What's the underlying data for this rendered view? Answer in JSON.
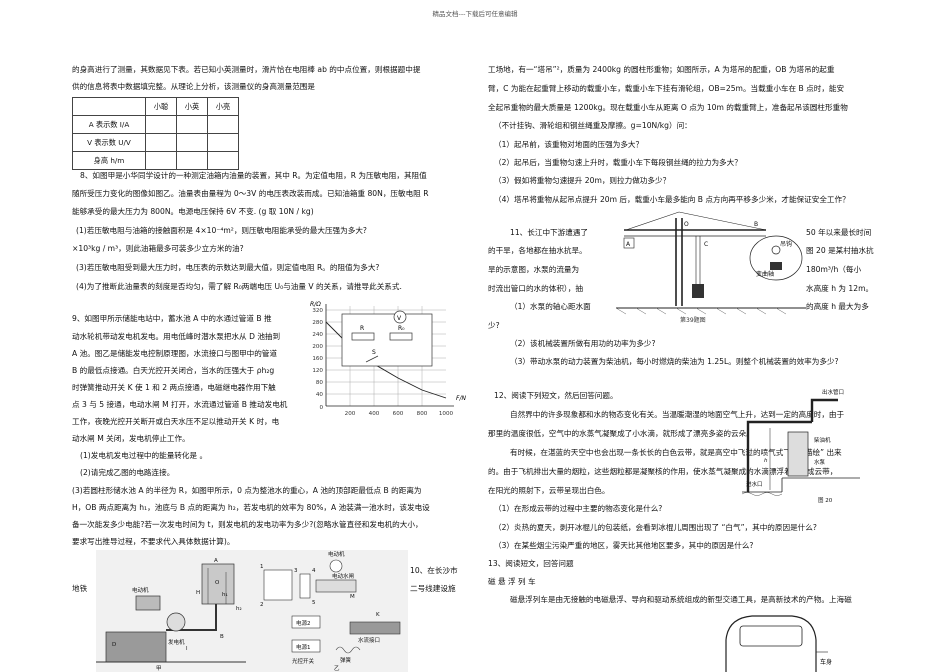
{
  "header": {
    "text": "精品文档---下载后可任意编辑"
  },
  "left": {
    "l1": "的身高进行了测量，其数据见下表。若已知小英测量时，滑片恰在电阻棒 ab 的中点位置，则根据题中提",
    "l2": "供的信息将表中数据填完整。从理论上分析，该测量仪的身高测量范围是",
    "table": {
      "columns": [
        "",
        "小聪",
        "小英",
        "小亮"
      ],
      "rows": [
        "A 表示数 I/A",
        "V 表示数 U/V",
        "身高 h/m"
      ]
    },
    "q8": [
      "8、如图甲是小华同学设计的一种测定油箱内油量的装置，其中 R。为定值电阻，R 为压敏电阻，其阻值",
      "随所受压力变化的图像如图乙。油量表由量程为 0～3V 的电压表改装而成。已知油箱重 80N，压敏电阻 R",
      "能够承受的最大压力为 800N。电源电压保持 6V 不变. (g 取 10N / kg)",
      "(1)若压敏电阻与油箱的接触面积是 4×10⁻⁴m²，则压敏电阻能承受的最大压强为多大?",
      "×10³kg / m³，则此油箱最多可装多少立方米的油?",
      "(3)若压敏电阻受到最大压力时，电压表的示数达到最大值，则定值电阻 R。的阻值为多大?",
      "(4)为了推断此油量表的刻度是否均匀，需了解 R₀两端电压 U₀与油量 V 的关系，请推导此关系式."
    ],
    "q9": [
      "9、如图甲所示储能电站中，蓄水池 A 中的水通过管道 B 推",
      "动水轮机带动发电机发电。用电低峰时潜水泵把水从 D 池抽到",
      "A 池。图乙是储能发电控制原理图，水流接口与图甲中的管道",
      "B 的最低点接通。白天光控开关闭合，当水的压强大于 ρh₂g",
      "时弹簧推动开关 K 使 1 和 2 两点接通，电磁继电器作用下触",
      "点 3 与 5 接通，电动水闸 M 打开，水流通过管道 B 推动发电机",
      "工作，夜晚光控开关断开或白天水压不足以推动开关 K 时，电",
      "动水闸 M 关闭，发电机停止工作。",
      "(1)发电机发电过程中的能量转化是 。",
      "(2)请完成乙图的电路连接。",
      "(3)若圆柱形储水池 A 的半径为 R，如图甲所示，0 点为整池水的重心，A 池的顶部距最低点 B 的距离为",
      "H，OB 两点距离为 h₁，池底与 B 点的距离为 h₂，若发电机的效率为 80%，A 池装满一池水时，该发电设",
      "备一次能发多少电能?若一次发电时间为 t，则发电机的发电功率为多少?(忽略水管直径和发电机的大小，",
      "要求写出推导过程，不要求代入具体数据计算)。"
    ],
    "q10a": "10、在长沙市",
    "q10b": "地铁",
    "q10c": "二号线建设施",
    "graph": {
      "y_ticks": [
        "320",
        "280",
        "240",
        "200",
        "160",
        "120",
        "80",
        "40",
        "0"
      ],
      "x_ticks": [
        "200",
        "400",
        "600",
        "800",
        "1000"
      ],
      "x_label": "F/N",
      "y_label": "R/Ω",
      "labels": [
        "V",
        "R",
        "R₀",
        "S"
      ]
    },
    "fig9": {
      "labels": [
        "A",
        "O",
        "H",
        "h₁",
        "h₂",
        "B",
        "D",
        "l",
        "发电机",
        "电动机",
        "甲",
        "电动机",
        "电动水闸",
        "电源2",
        "电源1",
        "光控开关",
        "水流接口",
        "弹簧",
        "乙",
        "K",
        "M",
        "1",
        "2",
        "3",
        "4",
        "5"
      ]
    }
  },
  "right": {
    "r_lines": [
      "工场地，有一“塔吊”²，质量为 2400kg 的圆柱形重物；如图所示，A 为塔吊的配重，OB 为塔吊的起重",
      "臂，C 为能在起重臂上移动的载重小车，载重小车下挂有滑轮组，OB=25m。当载重小车在 B 点时，能安",
      "全起吊重物的最大质量是 1200kg。现在载重小车从距离 O 点为 10m 的载重臂上，准备起吊该圆柱形重物",
      "（不计挂钩、滑轮组和钢丝绳重及摩擦。g=10N/kg）问：",
      "（1）起吊前，该重物对地面的压强为多大？",
      "（2）起吊后，当重物匀速上升时，载重小车下每段钢丝绳的拉力为多大？",
      "（3）假如将重物匀速提升 20m，则拉力做功多少？",
      "（4）塔吊将重物从起吊点提升 20m 后，载重小车最多能向 B 点方向再平移多少米，才能保证安全工作？"
    ],
    "q11": [
      "11、长江中下游遭遇了",
      "的干旱，各地都在抽水抗旱。",
      "旱的示意图，水泵的流量为",
      "时流出管口的水的体积），抽",
      "（1）水泵的轴心距水面",
      "少?",
      "（2）该机械装置所做有用功的功率为多少?",
      "（3）带动水泵的动力装置为柴油机，每小时燃烧的柴油为 1.25L。则整个机械装置的效率为多少?"
    ],
    "q11r": [
      "50 年以来最长时间",
      "图 20 是某村抽水抗",
      "180m³/h（每小",
      "水高度 h 为 12m。",
      "的高度 h 最大为多"
    ],
    "crane_caption": "第39题图",
    "crane_labels": [
      "A",
      "O",
      "B",
      "C",
      "吊钩",
      "变曲轴"
    ],
    "q12": [
      "12、阅读下列短文，然后回答问题。",
      "自然界中的许多现象都和水的物态变化有关。当温暖潮湿的地面空气上升，达到一定的高度时，由于",
      "那里的温度很低，空气中的水蒸气凝聚成了小水滴，就形成了漂亮多姿的云朵。",
      "有时候，在湛蓝的天空中也会出现一条长长的白色云带，就是高空中飞过的喷气式飞机 “描绘” 出来",
      "的。由于飞机排出大量的烟粒，这些烟粒都是凝聚核的作用，使水蒸气凝聚成的水滴漂浮着，形成云带，",
      "在阳光的照射下，云带呈现出白色。",
      "（1）在形成云带的过程中主要的物态变化是什么?",
      "（2）炎热的夏天，剥开冰棍儿的包装纸，会看到冰棍儿周围出现了 “白气”，其中的原因是什么?",
      "（3）在某些烟尘污染严重的地区，雾天比其他地区要多，其中的原因是什么?",
      "13、阅读短文，回答问题",
      "磁 悬 浮 列 车",
      "磁悬浮列车是由无接触的电磁悬浮、导向和驱动系统组成的新型交通工具，是高新技术的产物。上海磁"
    ],
    "pump_labels": [
      "出水管口",
      "h",
      "柴油机",
      "水泵",
      "进水口",
      "图 20"
    ],
    "train_labels": [
      "车身"
    ]
  }
}
